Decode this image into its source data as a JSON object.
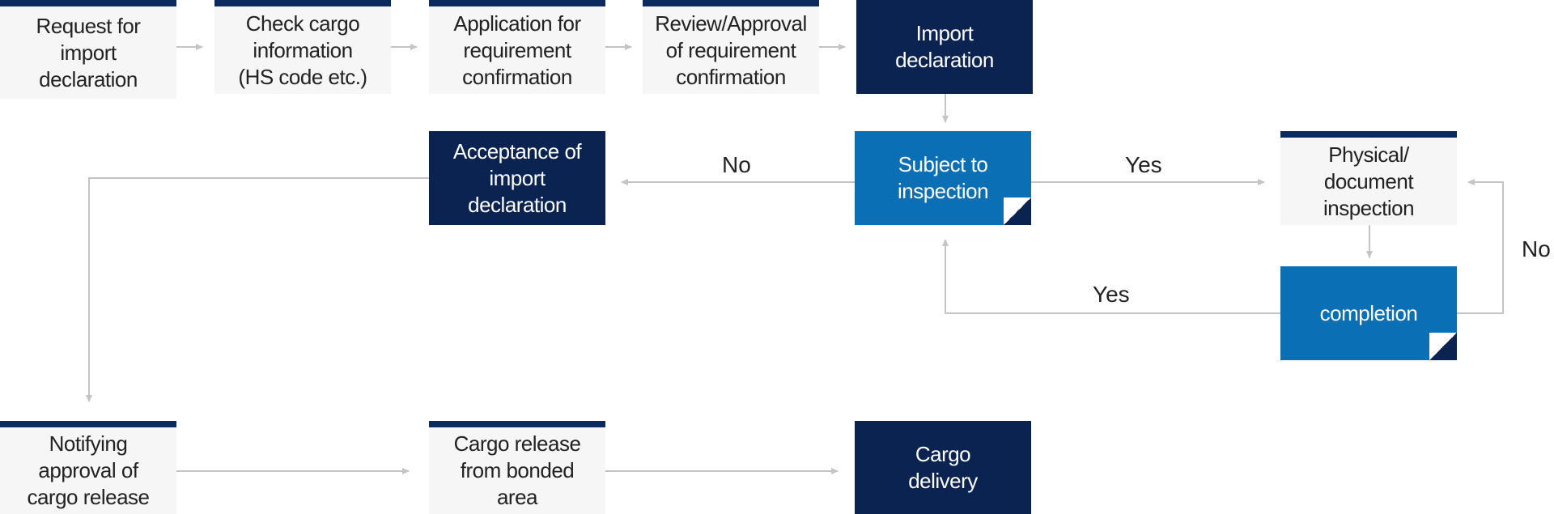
{
  "nodes": {
    "request": "Request for\nimport\ndeclaration",
    "check": "Check cargo\ninformation\n(HS code etc.)",
    "application": "Application for\nrequirement\nconfirmation",
    "review": "Review/Approval\nof requirement\nconfirmation",
    "import_decl": "Import\ndeclaration",
    "acceptance": "Acceptance of\nimport\ndeclaration",
    "subject": "Subject to\ninspection",
    "physical": "Physical/\ndocument\ninspection",
    "completion": "completion",
    "notifying": "Notifying\napproval of\ncargo release",
    "release": "Cargo release\nfrom bonded\narea",
    "delivery": "Cargo\ndelivery"
  },
  "labels": {
    "no_left": "No",
    "yes_right": "Yes",
    "yes_bottom": "Yes",
    "no_right": "No"
  },
  "colors": {
    "navy": "#0b2350",
    "blue": "#0a6fb4",
    "light": "#f6f6f6",
    "connector": "#c4c4c4"
  }
}
